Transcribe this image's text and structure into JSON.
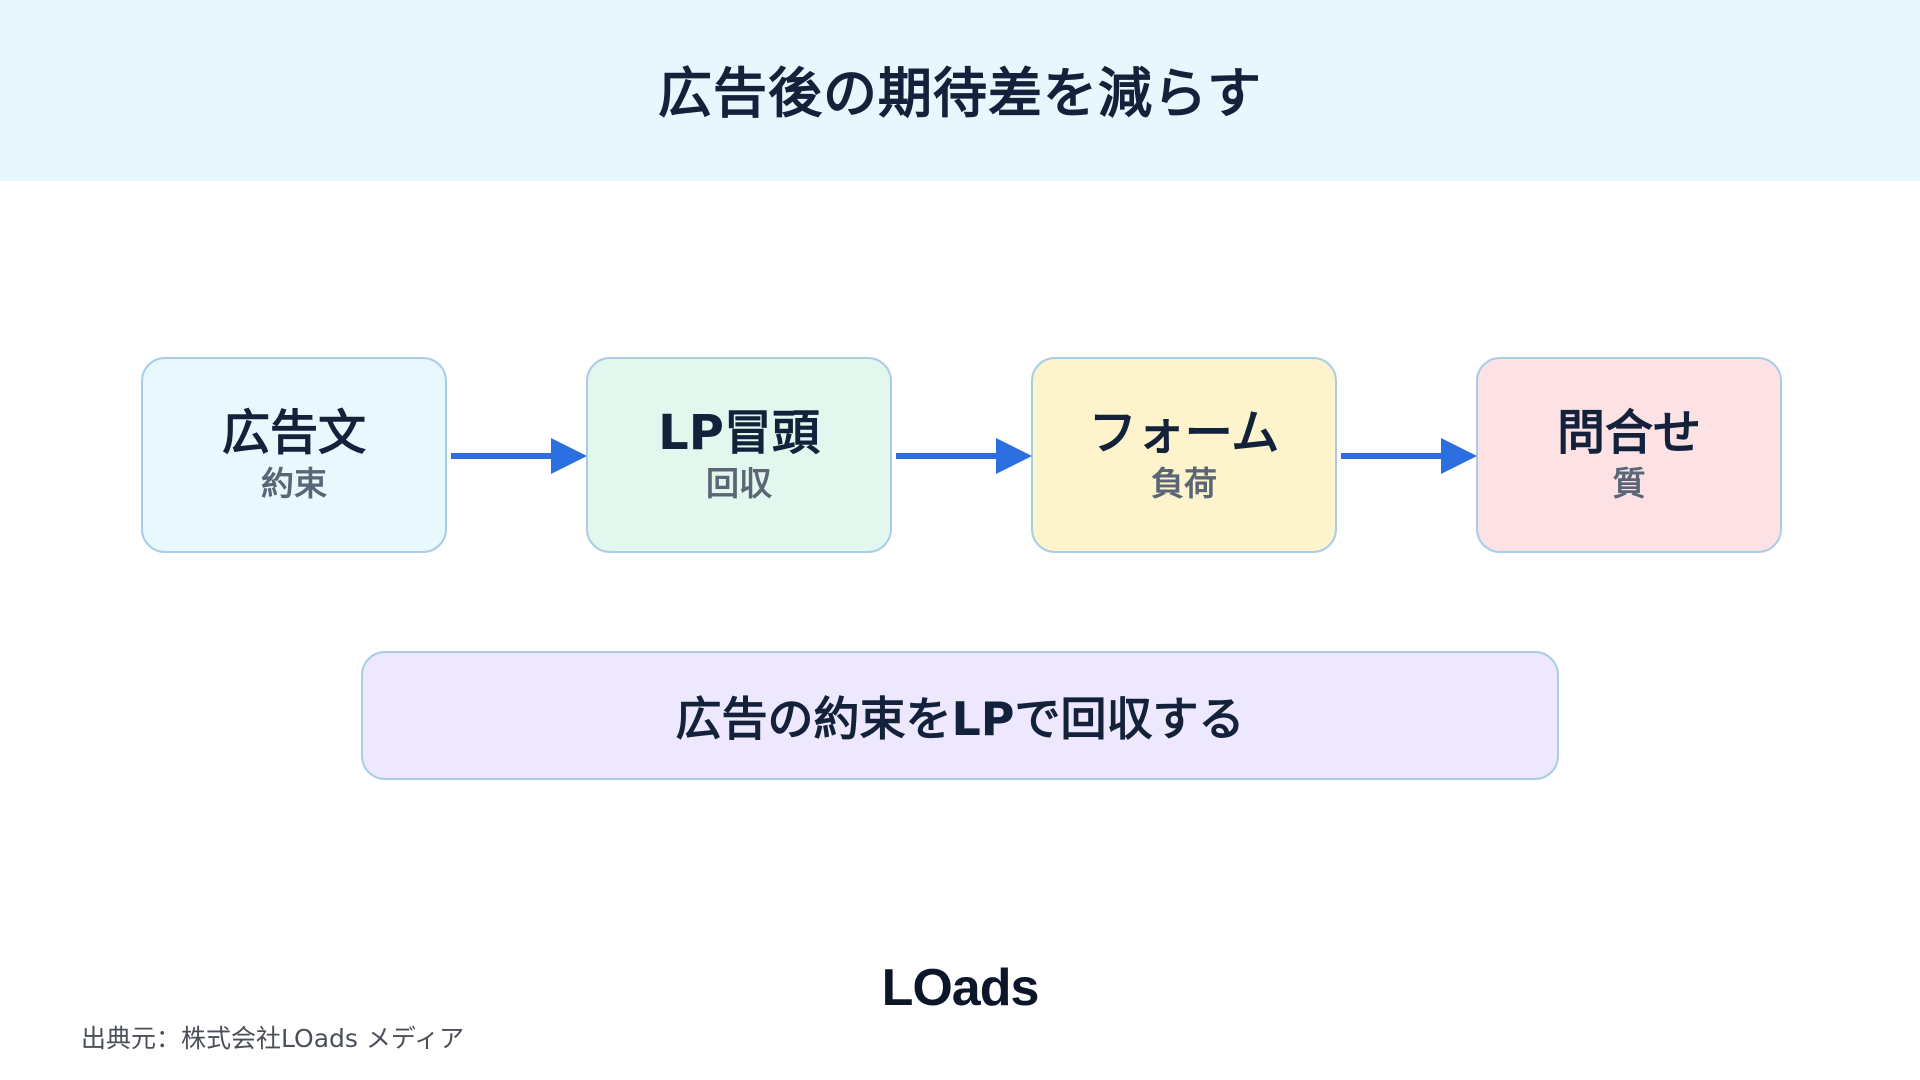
{
  "header": {
    "title": "広告後の期待差を減らす"
  },
  "flow": {
    "nodes": [
      {
        "title": "広告文",
        "subtitle": "約束",
        "bg": "#e8f8fd"
      },
      {
        "title": "LP冒頭",
        "subtitle": "回収",
        "bg": "#e2f7ee"
      },
      {
        "title": "フォーム",
        "subtitle": "負荷",
        "bg": "#fdf3cc"
      },
      {
        "title": "問合せ",
        "subtitle": "質",
        "bg": "#fde2e5"
      }
    ],
    "arrow_color": "#2b6ee0"
  },
  "summary": {
    "text": "広告の約束をLPで回収する"
  },
  "footer": {
    "logo_text": "LOads",
    "source": "出典元：株式会社LOads メディア"
  },
  "colors": {
    "header_bg": "#e8f6fe",
    "summary_bg": "#ede8fd",
    "border": "#a9cde8",
    "text_dark": "#13223a",
    "text_muted": "#5a6675"
  }
}
